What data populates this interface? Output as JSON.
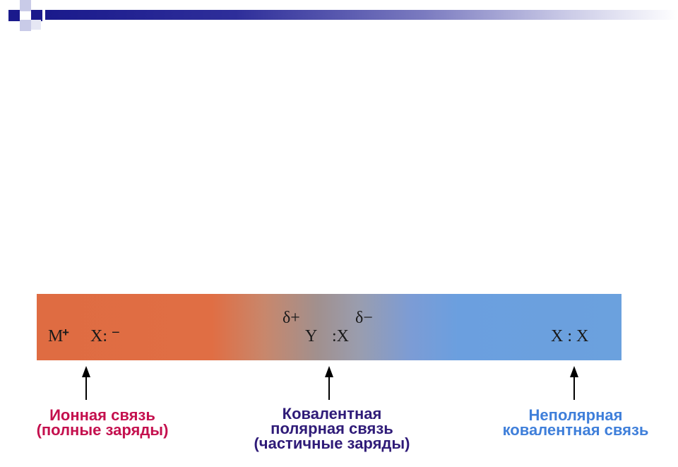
{
  "formulas": {
    "ionic": {
      "cation": "M",
      "cation_charge": "+",
      "anion": "X:",
      "anion_charge": "−"
    },
    "polar": {
      "delta_plus": "δ+",
      "left_atom": "Y",
      "right_atom": ":X",
      "delta_minus": "δ−"
    },
    "nonpolar": "X : X"
  },
  "labels": {
    "ionic": [
      "Ионная связь",
      "(полные заряды)"
    ],
    "polar": [
      "Ковалентная",
      "полярная связь",
      "(частичные заряды)"
    ],
    "nonpolar": [
      "Неполярная",
      "ковалентная связь"
    ]
  },
  "colors": {
    "ionic_label": "#c4104e",
    "polar_label": "#2f1b78",
    "nonpolar_label": "#3f7fda",
    "bar_left": "#df6c42",
    "bar_right": "#6ba1de"
  }
}
